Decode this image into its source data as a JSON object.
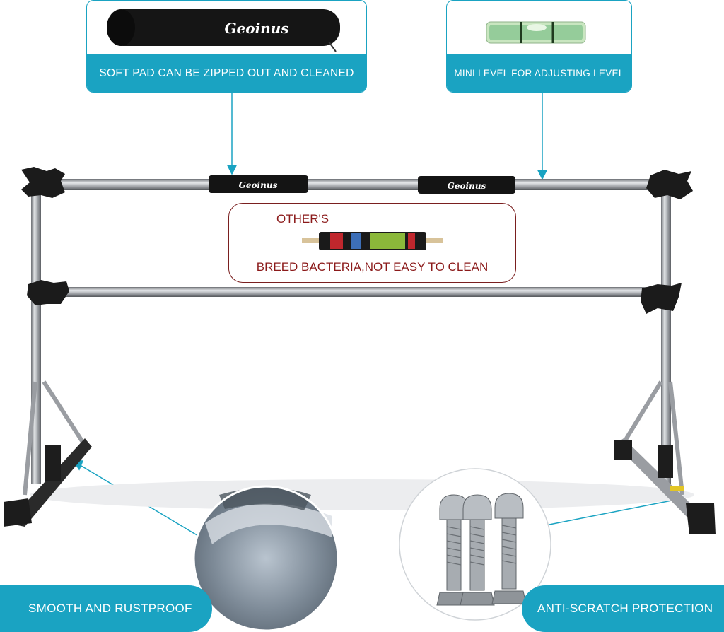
{
  "callouts": {
    "pad": {
      "label": "SOFT PAD CAN BE ZIPPED OUT AND CLEANED",
      "brand": "Geoinus"
    },
    "level": {
      "label": "MINI LEVEL FOR ADJUSTING LEVEL"
    },
    "others": {
      "title": "OTHER'S",
      "caption": "BREED BACTERIA,NOT EASY TO CLEAN"
    },
    "smooth": {
      "label": "SMOOTH AND RUSTPROOF"
    },
    "scratch": {
      "label": "ANTI-SCRATCH PROTECTION"
    }
  },
  "barre": {
    "pad_brand_left": "Geoinus",
    "pad_brand_right": "Geoinus"
  },
  "colors": {
    "accent": "#1aa3c2",
    "others_border": "#7a1f1f",
    "others_text": "#8b1a1a",
    "pad": "#141414",
    "pole": "#a9acb1"
  }
}
